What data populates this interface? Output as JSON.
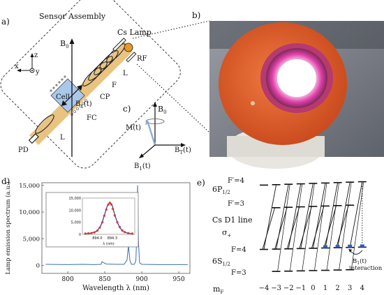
{
  "panel_labels": {
    "a": "a)",
    "b": "b)",
    "c": "c)",
    "d": "d)",
    "e": "e)"
  },
  "panel_a": {
    "title": "Sensor Assembly",
    "cs_lamp": "Cs Lamp",
    "rf": "RF",
    "b0": "B",
    "b0_sub": "0",
    "cell": "Cell",
    "b1t": "B",
    "b1t_sub": "1",
    "b1t_suffix": "(t)",
    "cp": "CP",
    "fc": "FC",
    "f": "F",
    "l_top": "L",
    "l_bottom": "L",
    "pd": "PD",
    "axis_z": "z",
    "axis_x": "x",
    "axis_y": "y"
  },
  "panel_c": {
    "b0": "B",
    "b0_sub": "0",
    "m": "M(t)",
    "bt": "B",
    "bt_sub": "T",
    "bt_suffix": "(t)",
    "b1": "B",
    "b1_sub": "1",
    "b1_suffix": "(t)"
  },
  "colors": {
    "lamp_body": "#e0612a",
    "lamp_glow": "#e23fa8",
    "cell_blue": "#aac8ea",
    "beam_gold": "#e8c07a",
    "spectrum_line": "#3a6fb0",
    "fit_line": "#3a2a9a",
    "data_points": "#d03a2a",
    "level_marker": "#2f5fb8"
  },
  "chart_data": [
    {
      "type": "line",
      "title": "",
      "xlabel": "Wavelength λ (nm)",
      "ylabel": "Lamp emission spectrum (a.u.)",
      "xlim": [
        765,
        965
      ],
      "ylim": [
        -1500,
        15500
      ],
      "xticks": [
        800,
        850,
        900,
        950
      ],
      "yticks": [
        0,
        5000,
        10000,
        15000
      ],
      "ytick_labels": [
        "0",
        "5,000",
        "10,000",
        "15,000"
      ],
      "grid": false,
      "series": [
        {
          "x": [
            770,
            800,
            820,
            835,
            845,
            846,
            852,
            865,
            876,
            880,
            882,
            884,
            886,
            890,
            892,
            893,
            894.3,
            895.5,
            897,
            900,
            920,
            940,
            962
          ],
          "y": [
            200,
            150,
            200,
            150,
            200,
            700,
            250,
            200,
            200,
            1000,
            3700,
            900,
            200,
            200,
            900,
            5000,
            15000,
            4500,
            500,
            200,
            150,
            150,
            150
          ]
        }
      ]
    },
    {
      "type": "scatter",
      "title": "",
      "xlabel": "λ (nm)",
      "ylabel": "",
      "xlim": [
        893.7,
        894.75
      ],
      "ylim": [
        0,
        15000
      ],
      "xticks": [
        894.0,
        894.3
      ],
      "yticks": [
        0,
        5000,
        10000,
        15000
      ],
      "ytick_labels": [
        "0",
        "5,000",
        "10,000",
        "15,000"
      ],
      "series": [
        {
          "x": [
            893.76,
            893.82,
            893.88,
            893.94,
            894.0,
            894.05,
            894.1,
            894.14,
            894.18,
            894.22,
            894.25,
            894.28,
            894.31,
            894.35,
            894.4,
            894.45,
            894.5,
            894.55,
            894.62,
            894.7
          ],
          "y": [
            300,
            400,
            500,
            800,
            1500,
            2800,
            5000,
            7700,
            10200,
            12300,
            13000,
            12400,
            10500,
            7800,
            5000,
            3000,
            1600,
            900,
            500,
            300
          ]
        },
        {
          "x": [
            893.75,
            893.85,
            893.95,
            894.0,
            894.05,
            894.1,
            894.15,
            894.2,
            894.25,
            894.3,
            894.35,
            894.4,
            894.45,
            894.5,
            894.6,
            894.72
          ],
          "y": [
            200,
            400,
            900,
            1500,
            2800,
            5100,
            8500,
            11800,
            13200,
            11800,
            8000,
            5000,
            2800,
            1500,
            500,
            200
          ]
        }
      ]
    }
  ],
  "panel_e": {
    "label_6p": "6P",
    "label_6p_sub": "1/2",
    "label_fp4": "F′=4",
    "label_fp3": "F′=3",
    "line_title": "Cs D1 line",
    "sigma": "σ",
    "sigma_sub": "+",
    "label_f4": "F=4",
    "label_6s": "6S",
    "label_6s_sub": "1/2",
    "label_f3": "F=3",
    "b1_note": "B",
    "b1_note_sub": "1",
    "b1_note_suffix": "(t)",
    "interaction": "interaction",
    "mf_label": "m",
    "mf_label_sub": "F",
    "mf_values": [
      "−4",
      "−3",
      "−2",
      "−1",
      "0",
      "1",
      "2",
      "3",
      "4"
    ]
  }
}
